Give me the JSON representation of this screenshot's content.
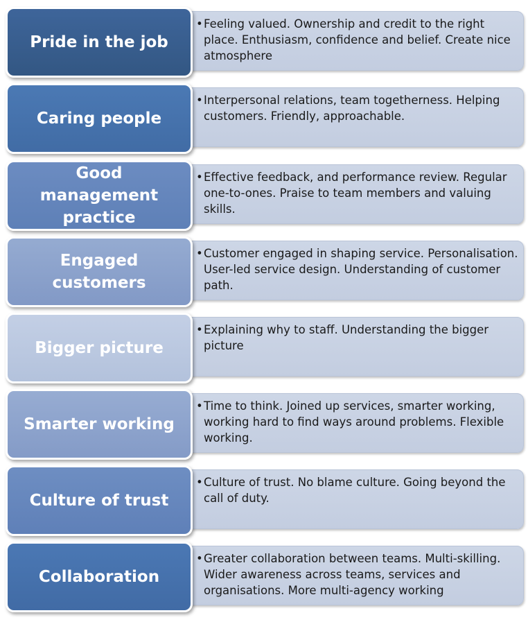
{
  "items": [
    {
      "title": "Pride in the job",
      "bullet": "•",
      "text": "Feeling valued. Ownership and credit to the right place. Enthusiasm, confidence and belief. Create nice atmosphere",
      "color": "#385d8a"
    },
    {
      "title": "Caring people",
      "bullet": "•",
      "text": "Interpersonal relations, team togetherness. Helping customers. Friendly, approachable.",
      "color": "#4571ab"
    },
    {
      "title": "Good management practice",
      "bullet": "•",
      "text": "Effective feedback, and performance review. Regular one-to-ones. Praise to team members and valuing skills.",
      "color": "#6485bb"
    },
    {
      "title": "Engaged customers",
      "bullet": "•",
      "text": "Customer engaged in shaping service. Personalisation. User-led service design. Understanding of customer path.",
      "color": "#8aa2cb"
    },
    {
      "title": "Bigger picture",
      "bullet": "•",
      "text": "Explaining why to staff. Understanding the bigger picture",
      "color": "#bac8e0"
    },
    {
      "title": "Smarter working",
      "bullet": "•",
      "text": "Time to think. Joined up services,  smarter working, working hard to find ways around problems. Flexible working.",
      "color": "#8ca3cc"
    },
    {
      "title": "Culture of trust",
      "bullet": "•",
      "text": "Culture of trust. No blame culture. Going beyond the call of duty.",
      "color": "#6686bc"
    },
    {
      "title": "Collaboration",
      "bullet": "•",
      "text": "Greater collaboration between teams. Multi-skilling. Wider awareness across teams, services and organisations. More multi-agency working",
      "color": "#4570ac"
    }
  ]
}
